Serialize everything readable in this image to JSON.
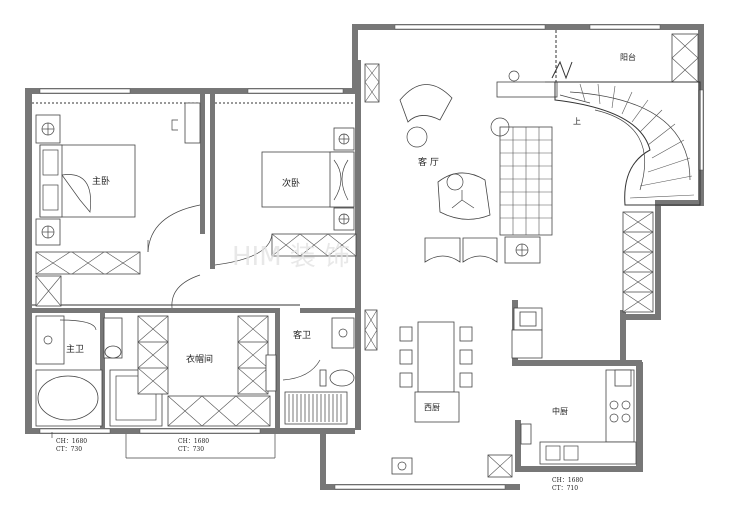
{
  "rooms": {
    "master_bedroom": "主卧",
    "second_bedroom": "次卧",
    "living_room": "客 厅",
    "balcony": "阳台",
    "stairs_up": "上",
    "master_bath": "主卫",
    "guest_bath": "客卫",
    "cloakroom": "衣帽间",
    "western_kitchen": "西厨",
    "chinese_kitchen": "中厨"
  },
  "annotations": {
    "a1_ch": "CH：1680",
    "a1_ct": "CT：730",
    "a2_ch": "CH：1680",
    "a2_ct": "CT：730",
    "a3_ch": "CH：1680",
    "a3_ct": "CT：710"
  },
  "watermark": "HIM 装 饰"
}
